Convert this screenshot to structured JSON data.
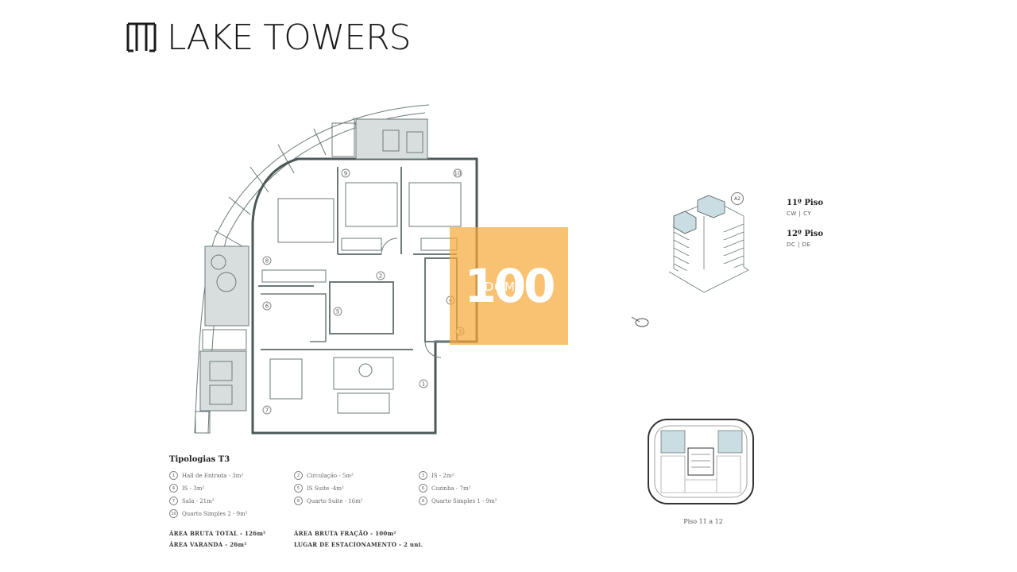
{
  "brand": {
    "name": "LAKE TOWERS"
  },
  "watermark": {
    "number": "100",
    "word": "DOMUS"
  },
  "tower": {
    "id": "A2"
  },
  "floors": [
    {
      "title": "11º Piso",
      "codes": "CW | CY"
    },
    {
      "title": "12º Piso",
      "codes": "DC | DE"
    }
  ],
  "keyplan": {
    "caption": "Piso 11 a 12"
  },
  "legend": {
    "title": "Tipologias T3",
    "rooms": [
      {
        "num": "1",
        "label": "Hall de Entrada - 3m²"
      },
      {
        "num": "2",
        "label": "Circulação - 5m²"
      },
      {
        "num": "3",
        "label": "IS - 2m²"
      },
      {
        "num": "4",
        "label": "IS - 3m²"
      },
      {
        "num": "5",
        "label": "IS Suite -4m²"
      },
      {
        "num": "6",
        "label": "Cozinha - 7m²"
      },
      {
        "num": "7",
        "label": "Sala - 21m²"
      },
      {
        "num": "8",
        "label": "Quarto Suite - 16m²"
      },
      {
        "num": "9",
        "label": "Quarto Simples 1 - 9m²"
      },
      {
        "num": "10",
        "label": "Quarto Simples 2 - 9m²"
      }
    ],
    "areas": [
      {
        "label": "ÁREA BRUTA TOTAL - 126m²"
      },
      {
        "label": "ÁREA BRUTA FRAÇÃO - 100m²"
      },
      {
        "label": "ÁREA VARANDA - 26m²"
      },
      {
        "label": "LUGAR DE ESTACIONAMENTO - 2 uni."
      }
    ]
  },
  "plan_labels": [
    "9",
    "10",
    "8",
    "2",
    "6",
    "5",
    "4",
    "3",
    "1",
    "7"
  ],
  "colors": {
    "plan_line": "#6c7a7a",
    "highlight": "#c9dde3",
    "watermark": "#f5aa3c"
  }
}
